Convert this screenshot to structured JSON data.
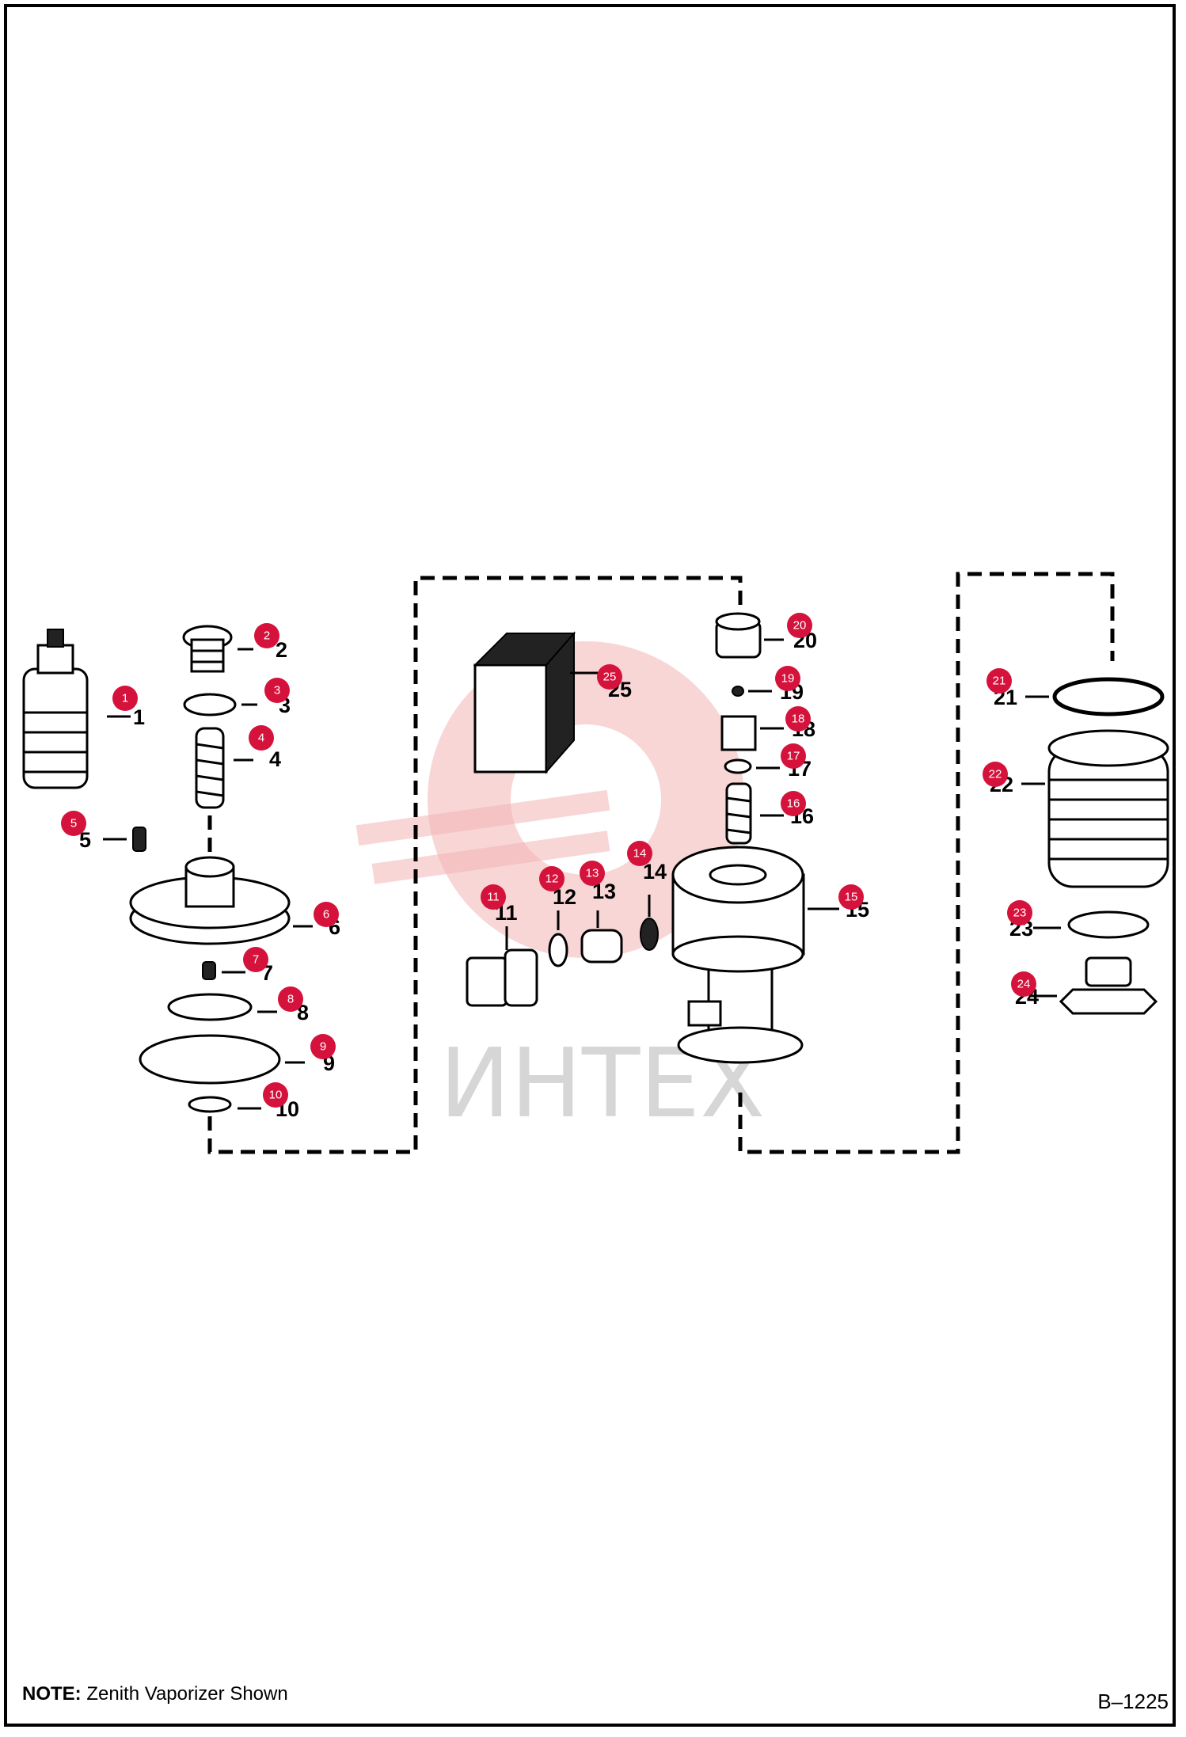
{
  "note": {
    "prefix": "NOTE:",
    "text": "Zenith Vaporizer Shown"
  },
  "figure_ref": "B–1225",
  "watermark": "ИНТЕХ",
  "colors": {
    "callout": "#d5123b",
    "watermark": "#f2b5b5"
  },
  "parts": [
    {
      "n": "1"
    },
    {
      "n": "2"
    },
    {
      "n": "3"
    },
    {
      "n": "4"
    },
    {
      "n": "5"
    },
    {
      "n": "6"
    },
    {
      "n": "7"
    },
    {
      "n": "8"
    },
    {
      "n": "9"
    },
    {
      "n": "10"
    },
    {
      "n": "11"
    },
    {
      "n": "12"
    },
    {
      "n": "13"
    },
    {
      "n": "14"
    },
    {
      "n": "15"
    },
    {
      "n": "16"
    },
    {
      "n": "17"
    },
    {
      "n": "18"
    },
    {
      "n": "19"
    },
    {
      "n": "20"
    },
    {
      "n": "21"
    },
    {
      "n": "22"
    },
    {
      "n": "23"
    },
    {
      "n": "24"
    },
    {
      "n": "25"
    }
  ]
}
